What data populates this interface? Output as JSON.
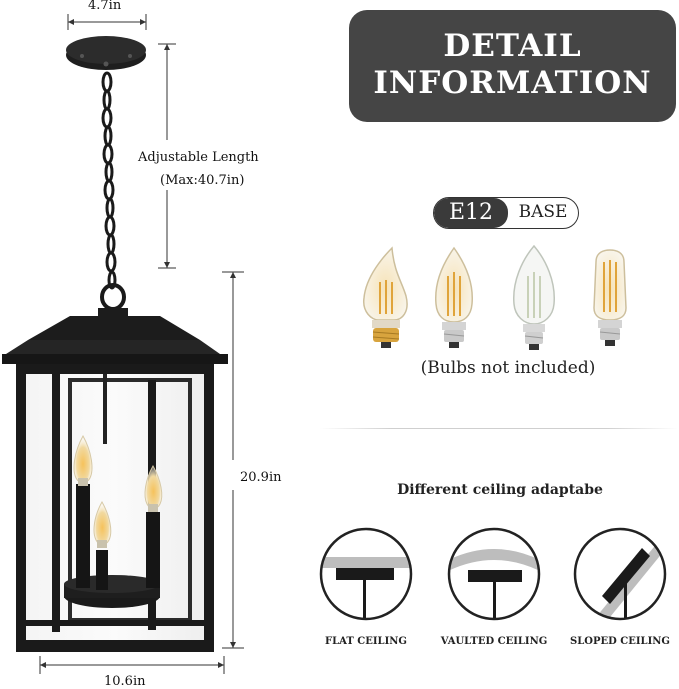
{
  "dimensions": {
    "top_width": "4.7in",
    "chain_label_1": "Adjustable Length",
    "chain_label_2": "(Max:40.7in)",
    "height": "20.9in",
    "bottom_width": "10.6in"
  },
  "banner": {
    "line1": "DETAIL",
    "line2": "INFORMATION"
  },
  "base": {
    "type": "E12",
    "label": "BASE"
  },
  "bulbs": {
    "items": [
      "flame-tip-bulb-icon",
      "candle-bulb-icon",
      "clear-candle-bulb-icon",
      "tubular-bulb-icon"
    ],
    "note": "(Bulbs not included)"
  },
  "ceilings": {
    "title": "Different ceiling adaptabe",
    "items": [
      {
        "label": "FLAT CEILING",
        "icon": "flat-ceiling-icon"
      },
      {
        "label": "VAULTED CEILING",
        "icon": "vaulted-ceiling-icon"
      },
      {
        "label": "SLOPED CEILING",
        "icon": "sloped-ceiling-icon"
      }
    ]
  },
  "colors": {
    "banner_bg": "#454545",
    "fixture": "#1c1c1c",
    "bulb_glow": "#f2b54b"
  }
}
